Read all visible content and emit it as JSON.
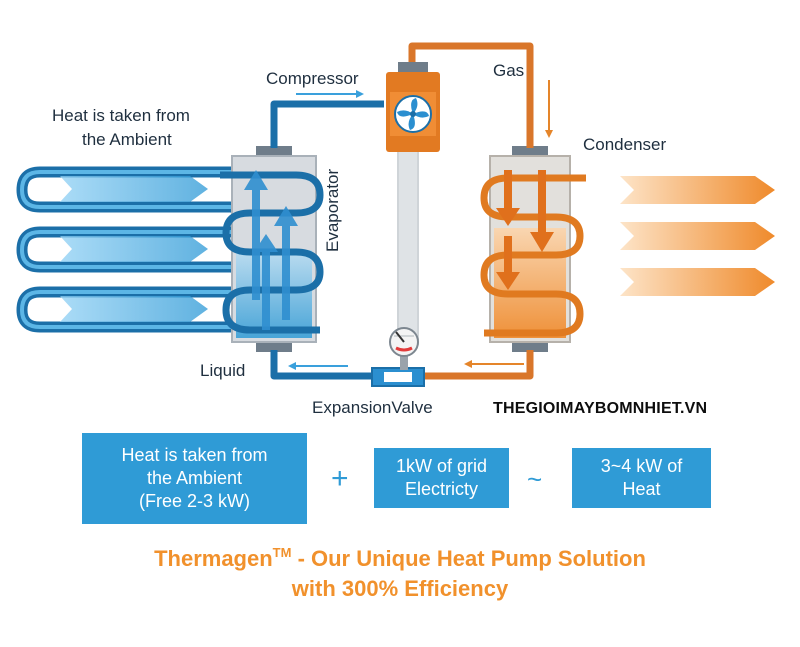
{
  "labels": {
    "ambient_line1": "Heat is taken from",
    "ambient_line2": "the Ambient",
    "compressor": "Compressor",
    "gas": "Gas",
    "condenser": "Condenser",
    "evaporator": "Evaporator",
    "liquid": "Liquid",
    "expansion_valve": "ExpansionValve",
    "website": "THEGIOIMAYBOMNHIET.VN"
  },
  "equation": {
    "box1": "Heat is taken from\nthe Ambient\n(Free 2-3 kW)",
    "op1": "+",
    "box2": "1kW of grid\nElectricty",
    "op2": "~",
    "box3": "3~4 kW of\nHeat"
  },
  "tagline": {
    "brand": "Thermagen",
    "trademark": "TM",
    "line1_rest": " - Our Unique Heat Pump Solution",
    "line2": "with 300% Efficiency"
  },
  "colors": {
    "cold_blue": "#2b8fd0",
    "pipe_blue": "#1b6fa8",
    "hot_orange": "#e87b22",
    "light_orange": "#f6b06a",
    "box_blue": "#2f9bd6",
    "tagline_orange": "#f1912c"
  },
  "icons": {
    "compressor_fan": "fan-icon",
    "pressure_gauge": "gauge-icon"
  }
}
